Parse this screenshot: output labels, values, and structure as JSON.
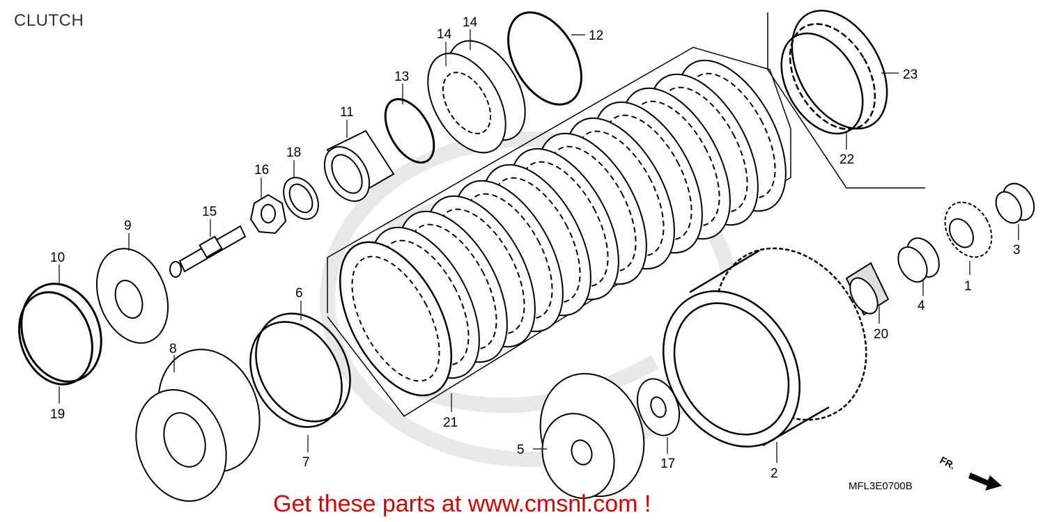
{
  "title": "CLUTCH",
  "diagram_code": "MFL3E0700B",
  "promo_text": "Get these parts at www.cmsnl.com !",
  "direction_label": "FR.",
  "colors": {
    "promo": "#d40000",
    "line": "#000000",
    "watermark": "#e6e6e6"
  },
  "callouts": [
    {
      "num": "1"
    },
    {
      "num": "2"
    },
    {
      "num": "3"
    },
    {
      "num": "4"
    },
    {
      "num": "5"
    },
    {
      "num": "6"
    },
    {
      "num": "7"
    },
    {
      "num": "8"
    },
    {
      "num": "9"
    },
    {
      "num": "10"
    },
    {
      "num": "11"
    },
    {
      "num": "12"
    },
    {
      "num": "13"
    },
    {
      "num": "14"
    },
    {
      "num": "14"
    },
    {
      "num": "15"
    },
    {
      "num": "16"
    },
    {
      "num": "17"
    },
    {
      "num": "18"
    },
    {
      "num": "19"
    },
    {
      "num": "20"
    },
    {
      "num": "21"
    },
    {
      "num": "22"
    },
    {
      "num": "23"
    }
  ]
}
